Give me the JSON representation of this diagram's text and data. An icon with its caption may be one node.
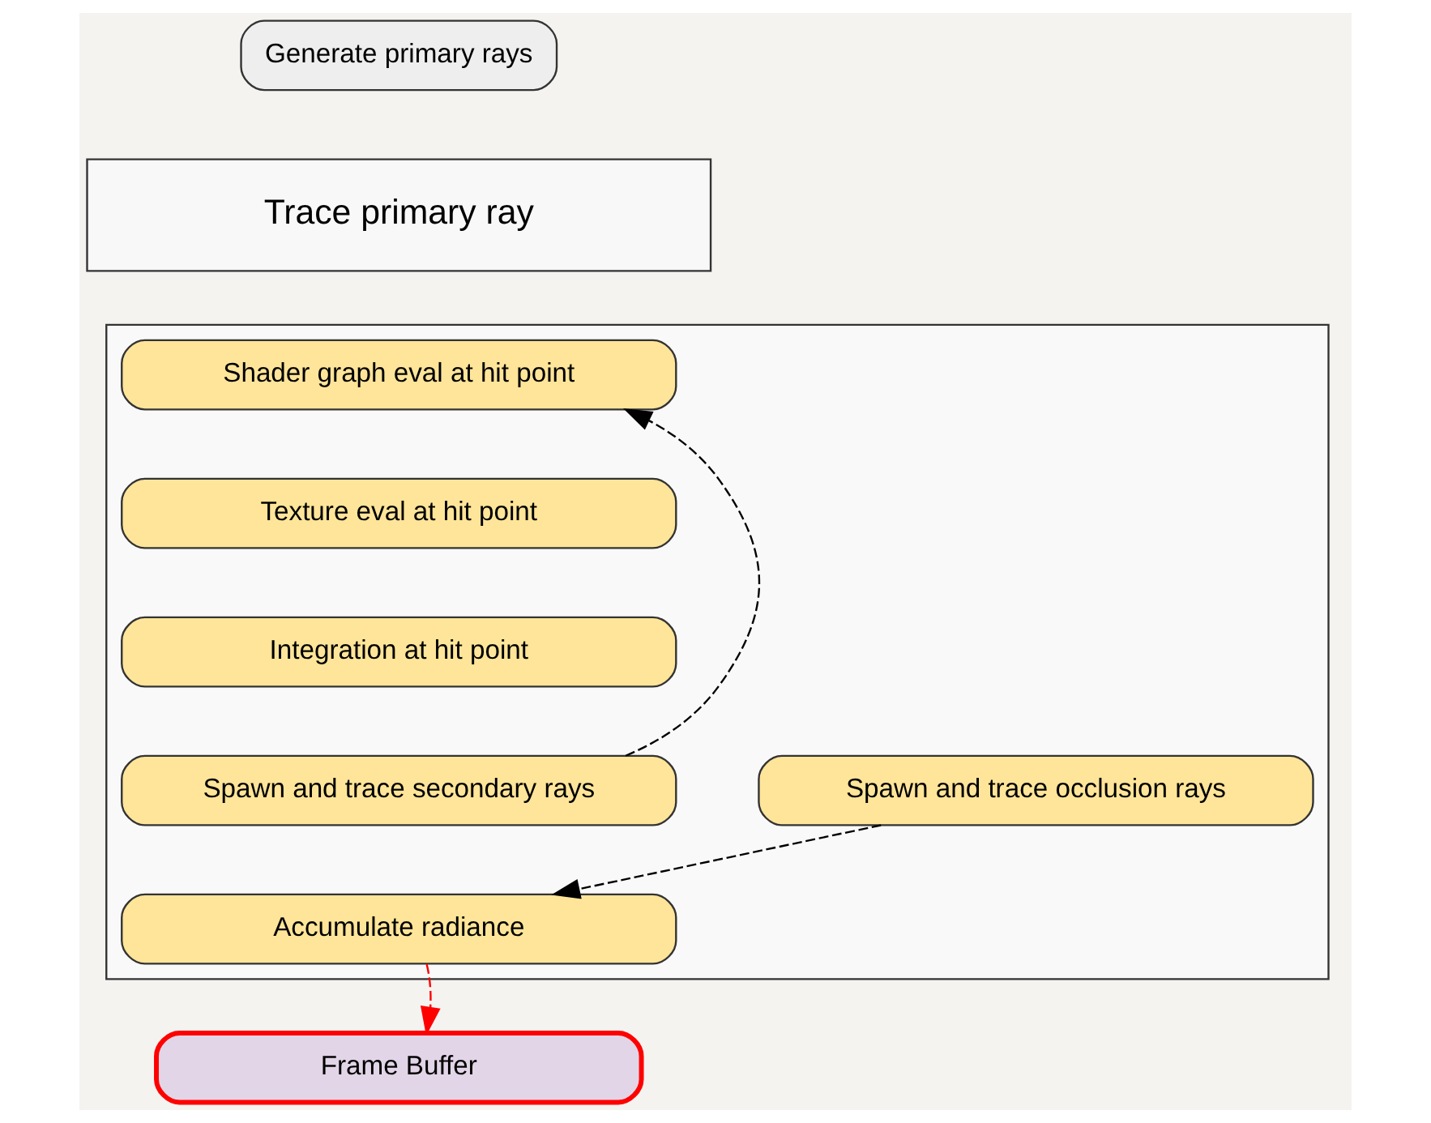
{
  "diagram": {
    "nodes": [
      {
        "text": [
          "Generate primary rays"
        ]
      },
      {
        "text": [
          "Trace primary ray"
        ]
      },
      {
        "text": [],
        "shape": "box"
      },
      {
        "text": [
          "Shader graph eval at hit point"
        ],
        "in": 2
      },
      {
        "text": [
          "Texture eval at hit point"
        ],
        "in": 2
      },
      {
        "text": [
          "Integration at hit point"
        ],
        "in": 2
      },
      {
        "text": [
          "Spawn and trace secondary rays"
        ],
        "in": 2
      },
      {
        "text": [
          "Spawn and trace occlusion rays"
        ],
        "in": 2
      },
      {
        "text": [
          "Accumulate radiance"
        ],
        "in": 2
      },
      {
        "text": [
          "Frame Buffer"
        ]
      }
    ],
    "edges": [
      {
        "from": 6,
        "to": 3,
        "arrow": "to",
        "style": "dashed"
      },
      {
        "from": 7,
        "to": 8,
        "arrow": "to",
        "style": "dashed"
      },
      {
        "from": 8,
        "to": 9,
        "arrow": "to",
        "style": "dashed",
        "color": "#ff0000"
      }
    ]
  }
}
